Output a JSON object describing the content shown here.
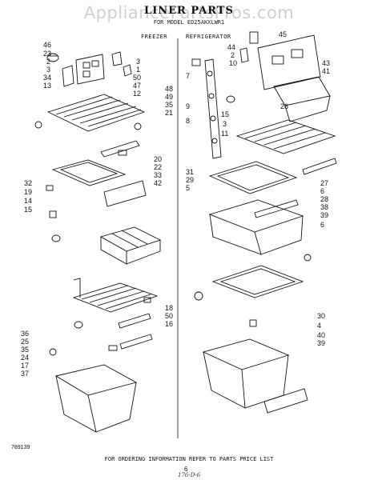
{
  "watermark": "AppliancePartsPros.com",
  "title": "LINER PARTS",
  "subtitle": "FOR MODEL ED25AKXLWR1",
  "sections": {
    "freezer": "FREEZER",
    "refrigerator": "REFRIGERATOR"
  },
  "callouts_freezer": [
    "46",
    "23",
    "2",
    "3",
    "34",
    "13",
    "3",
    "1",
    "50",
    "47",
    "12",
    "48",
    "49",
    "35",
    "21",
    "20",
    "22",
    "33",
    "42",
    "32",
    "19",
    "14",
    "15",
    "18",
    "50",
    "16",
    "36",
    "25",
    "35",
    "24",
    "17",
    "37"
  ],
  "callouts_refrigerator": [
    "45",
    "44",
    "2",
    "10",
    "7",
    "43",
    "41",
    "9",
    "8",
    "15",
    "3",
    "11",
    "26",
    "31",
    "29",
    "5",
    "27",
    "6",
    "28",
    "38",
    "39",
    "6",
    "30",
    "4",
    "40",
    "39"
  ],
  "footer": "FOR ORDERING INFORMATION REFER TO PARTS PRICE LIST",
  "page_number": "6",
  "doc_code": "789139",
  "handwritten_note": "176-D-6"
}
